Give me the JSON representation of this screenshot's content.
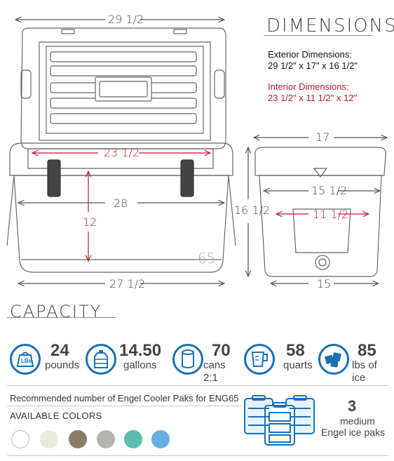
{
  "colors": {
    "accent": "#1a6fb5",
    "interior": "#c0182b",
    "line": "#555555"
  },
  "dimensions_section": {
    "title": "DIMENSIONS",
    "exterior_label": "Exterior Dimensions:",
    "exterior_value": "29 1/2\" x 17\" x 16 1/2\"",
    "interior_label": "Interior Dimensions:",
    "interior_value": "23 1/2\" x 11 1/2\" x 12\""
  },
  "drawing": {
    "front": {
      "top_width": "29 1/2",
      "inner_width": "23 1/2",
      "body_width": "28",
      "bottom_width": "27 1/2",
      "inner_depth": "12",
      "model_mark": "65"
    },
    "side": {
      "top_width": "17",
      "inner_top": "15 1/2",
      "inner_width": "11 1/2",
      "height": "16 1/2",
      "bottom_width": "15"
    }
  },
  "capacity_section": {
    "title": "CAPACITY",
    "items": [
      {
        "icon": "weight-icon",
        "icon_text": "LBs",
        "value": "24",
        "unit": "pounds"
      },
      {
        "icon": "water-jug-icon",
        "value": "14.50",
        "unit": "gallons"
      },
      {
        "icon": "can-icon",
        "value": "70",
        "unit": "cans 2:1"
      },
      {
        "icon": "measuring-cup-icon",
        "value": "58",
        "unit": "quarts"
      },
      {
        "icon": "ice-cubes-icon",
        "value": "85",
        "unit": "lbs of ice"
      }
    ]
  },
  "recommendation": "Recommended number of Engel Cooler Paks for ENG65",
  "available_colors_label": "AVAILABLE COLORS",
  "available_colors": [
    "#ffffff",
    "#ebe8dc",
    "#8a7b6a",
    "#b5b3ad",
    "#5dbcb1",
    "#6aaee0"
  ],
  "ice_paks": {
    "count": "3",
    "line1": "medium",
    "line2": "Engel ice paks",
    "icon": "ice-pak-icon"
  }
}
